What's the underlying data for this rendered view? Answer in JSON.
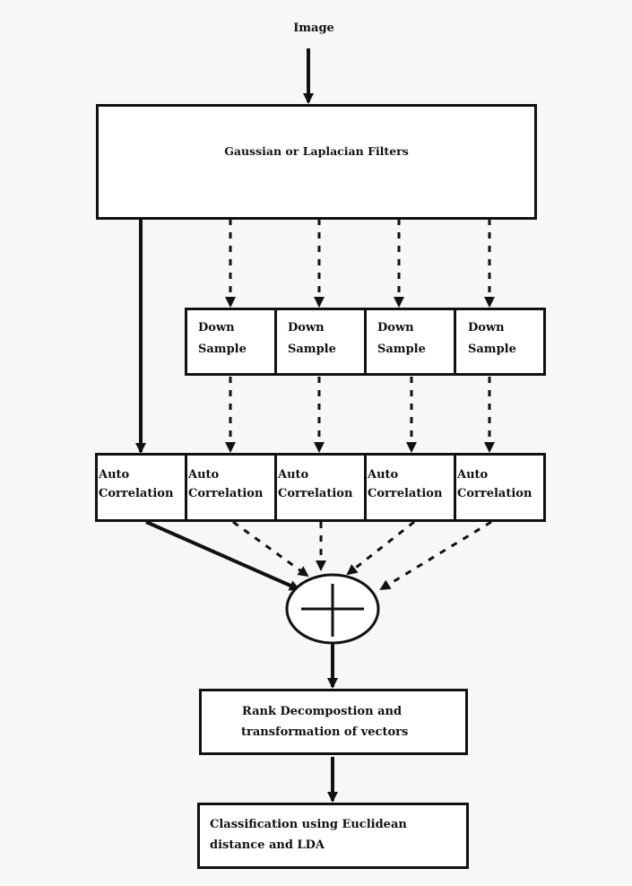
{
  "diagram": {
    "input_label": "Image",
    "filter_label": "Gaussian or Laplacian Filters",
    "downsample_blocks": [
      {
        "line1": "Down",
        "line2": "Sample"
      },
      {
        "line1": "Down",
        "line2": "Sample"
      },
      {
        "line1": "Down",
        "line2": "Sample"
      },
      {
        "line1": "Down",
        "line2": "Sample"
      }
    ],
    "autocorrelation_blocks": [
      {
        "line1": "Auto",
        "line2": "Correlation"
      },
      {
        "line1": "Auto",
        "line2": "Correlation"
      },
      {
        "line1": "Auto",
        "line2": "Correlation"
      },
      {
        "line1": "Auto",
        "line2": "Correlation"
      },
      {
        "line1": "Auto",
        "line2": "Correlation"
      }
    ],
    "rank_label_line1": "Rank Decompostion and",
    "rank_label_line2": "transformation of vectors",
    "classification_label_line1": "Classification using Euclidean",
    "classification_label_line2": "distance and LDA"
  }
}
